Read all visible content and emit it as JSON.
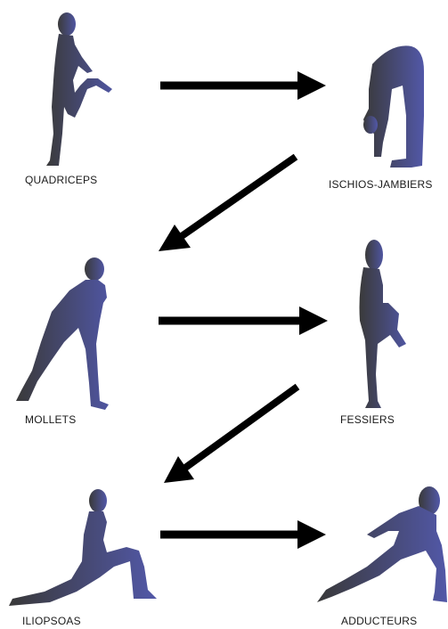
{
  "stretches": [
    {
      "label": "QUADRICEPS",
      "icon": "quadriceps-stretch-icon"
    },
    {
      "label": "ISCHIOS-JAMBIERS",
      "icon": "hamstring-stretch-icon"
    },
    {
      "label": "MOLLETS",
      "icon": "calf-stretch-icon"
    },
    {
      "label": "FESSIERS",
      "icon": "glute-stretch-icon"
    },
    {
      "label": "ILIOPSOAS",
      "icon": "iliopsoas-stretch-icon"
    },
    {
      "label": "ADDUCTEURS",
      "icon": "adductor-stretch-icon"
    }
  ],
  "colors": {
    "figure_dark": "#3a3a3a",
    "figure_light": "#4f55a0",
    "arrow": "#000000",
    "text": "#1a1a1a"
  },
  "flow": [
    "right-arrow",
    "down-left-arrow",
    "right-arrow",
    "down-left-arrow",
    "right-arrow"
  ]
}
